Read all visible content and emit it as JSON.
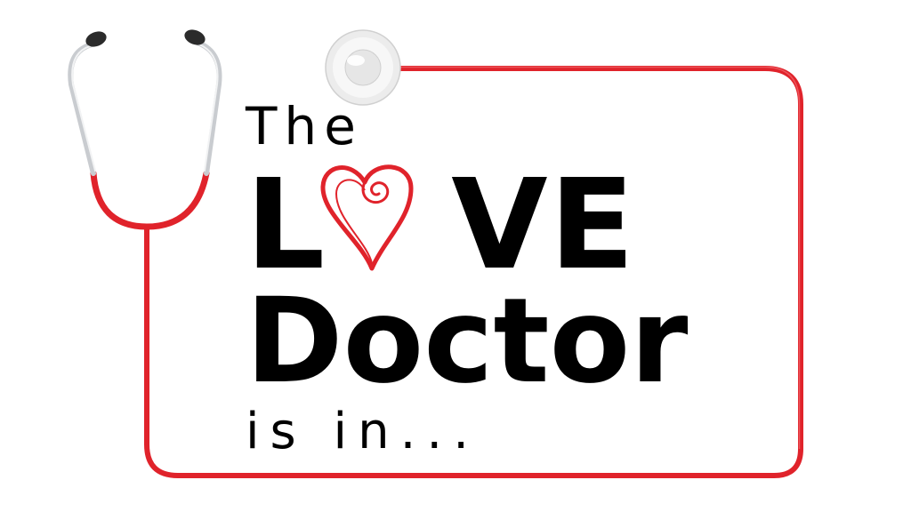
{
  "logo": {
    "line1": "The",
    "line2_l": "L",
    "line2_rest": "VE",
    "line3": "Doctor",
    "line4": "is in...",
    "colors": {
      "text": "#000000",
      "tube": "#e0232b",
      "heart": "#e0232b",
      "chestpiece": "#e4e4e4",
      "earpiece": "#2b2b2b",
      "metal": "#c9ccd0"
    },
    "icons": {
      "stethoscope": "stethoscope-icon",
      "heart": "heart-icon",
      "chestpiece": "chestpiece-icon"
    }
  }
}
